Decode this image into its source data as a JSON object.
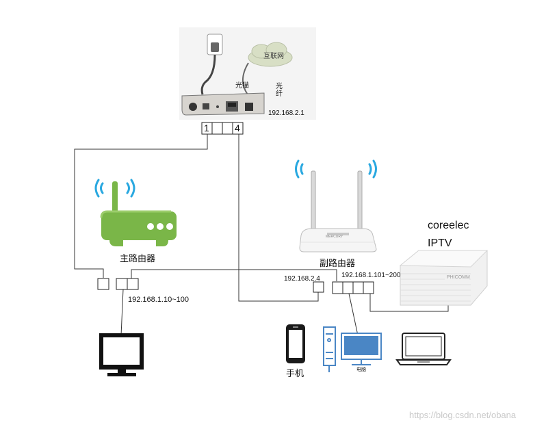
{
  "modem": {
    "name": "光猫",
    "internet_label": "互联网",
    "fiber_label_1": "光",
    "fiber_label_2": "纤",
    "ip": "192.168.2.1",
    "port_first": "1",
    "port_last": "4"
  },
  "main_router": {
    "name": "主路由器",
    "lan_ip_range": "192.168.1.10~100"
  },
  "secondary_router": {
    "name": "副路由器",
    "wan_ip": "192.168.2.4",
    "lan_ip_range": "192.168.1.101~200",
    "brand_label": "MERCURY"
  },
  "iptv_box": {
    "label_1": "coreelec",
    "label_2": "IPTV",
    "brand": "PHICOMM"
  },
  "devices": {
    "phone_label": "手机",
    "pc_label": "电脑"
  },
  "watermark": "https://blog.csdn.net/obana",
  "colors": {
    "line": "#333333",
    "router_green": "#7ab648",
    "wifi_blue": "#29a8e0",
    "monitor_blue": "#4a86c5"
  }
}
